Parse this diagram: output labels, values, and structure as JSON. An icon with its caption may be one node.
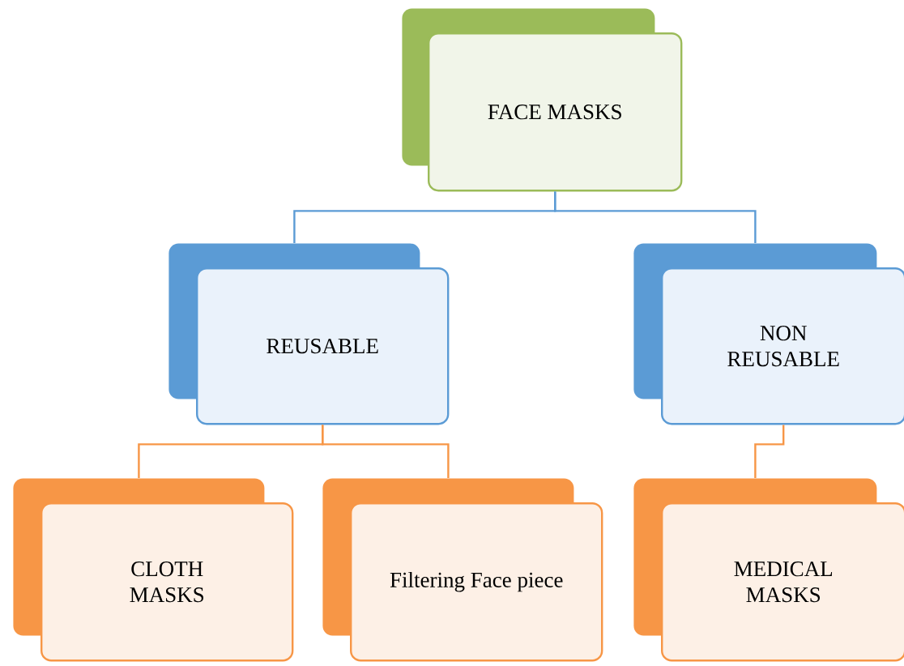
{
  "diagram": {
    "nodes": [
      {
        "text": [
          "FACE MASKS"
        ]
      },
      {
        "text": [
          "REUSABLE"
        ]
      },
      {
        "text": [
          "NON REUSABLE"
        ]
      },
      {
        "text": [
          "CLOTH MASKS"
        ]
      },
      {
        "text": [
          "Filtering Face piece"
        ]
      },
      {
        "text": [
          "MEDICAL MASKS"
        ]
      }
    ],
    "edges": [
      {
        "from": 0,
        "to": 1,
        "arrow": "none",
        "color": "#5b9bd5"
      },
      {
        "from": 0,
        "to": 2,
        "arrow": "none",
        "color": "#5b9bd5"
      },
      {
        "from": 1,
        "to": 3,
        "arrow": "none"
      },
      {
        "from": 1,
        "to": 4,
        "arrow": "none"
      },
      {
        "from": 2,
        "to": 5,
        "arrow": "none"
      }
    ]
  }
}
